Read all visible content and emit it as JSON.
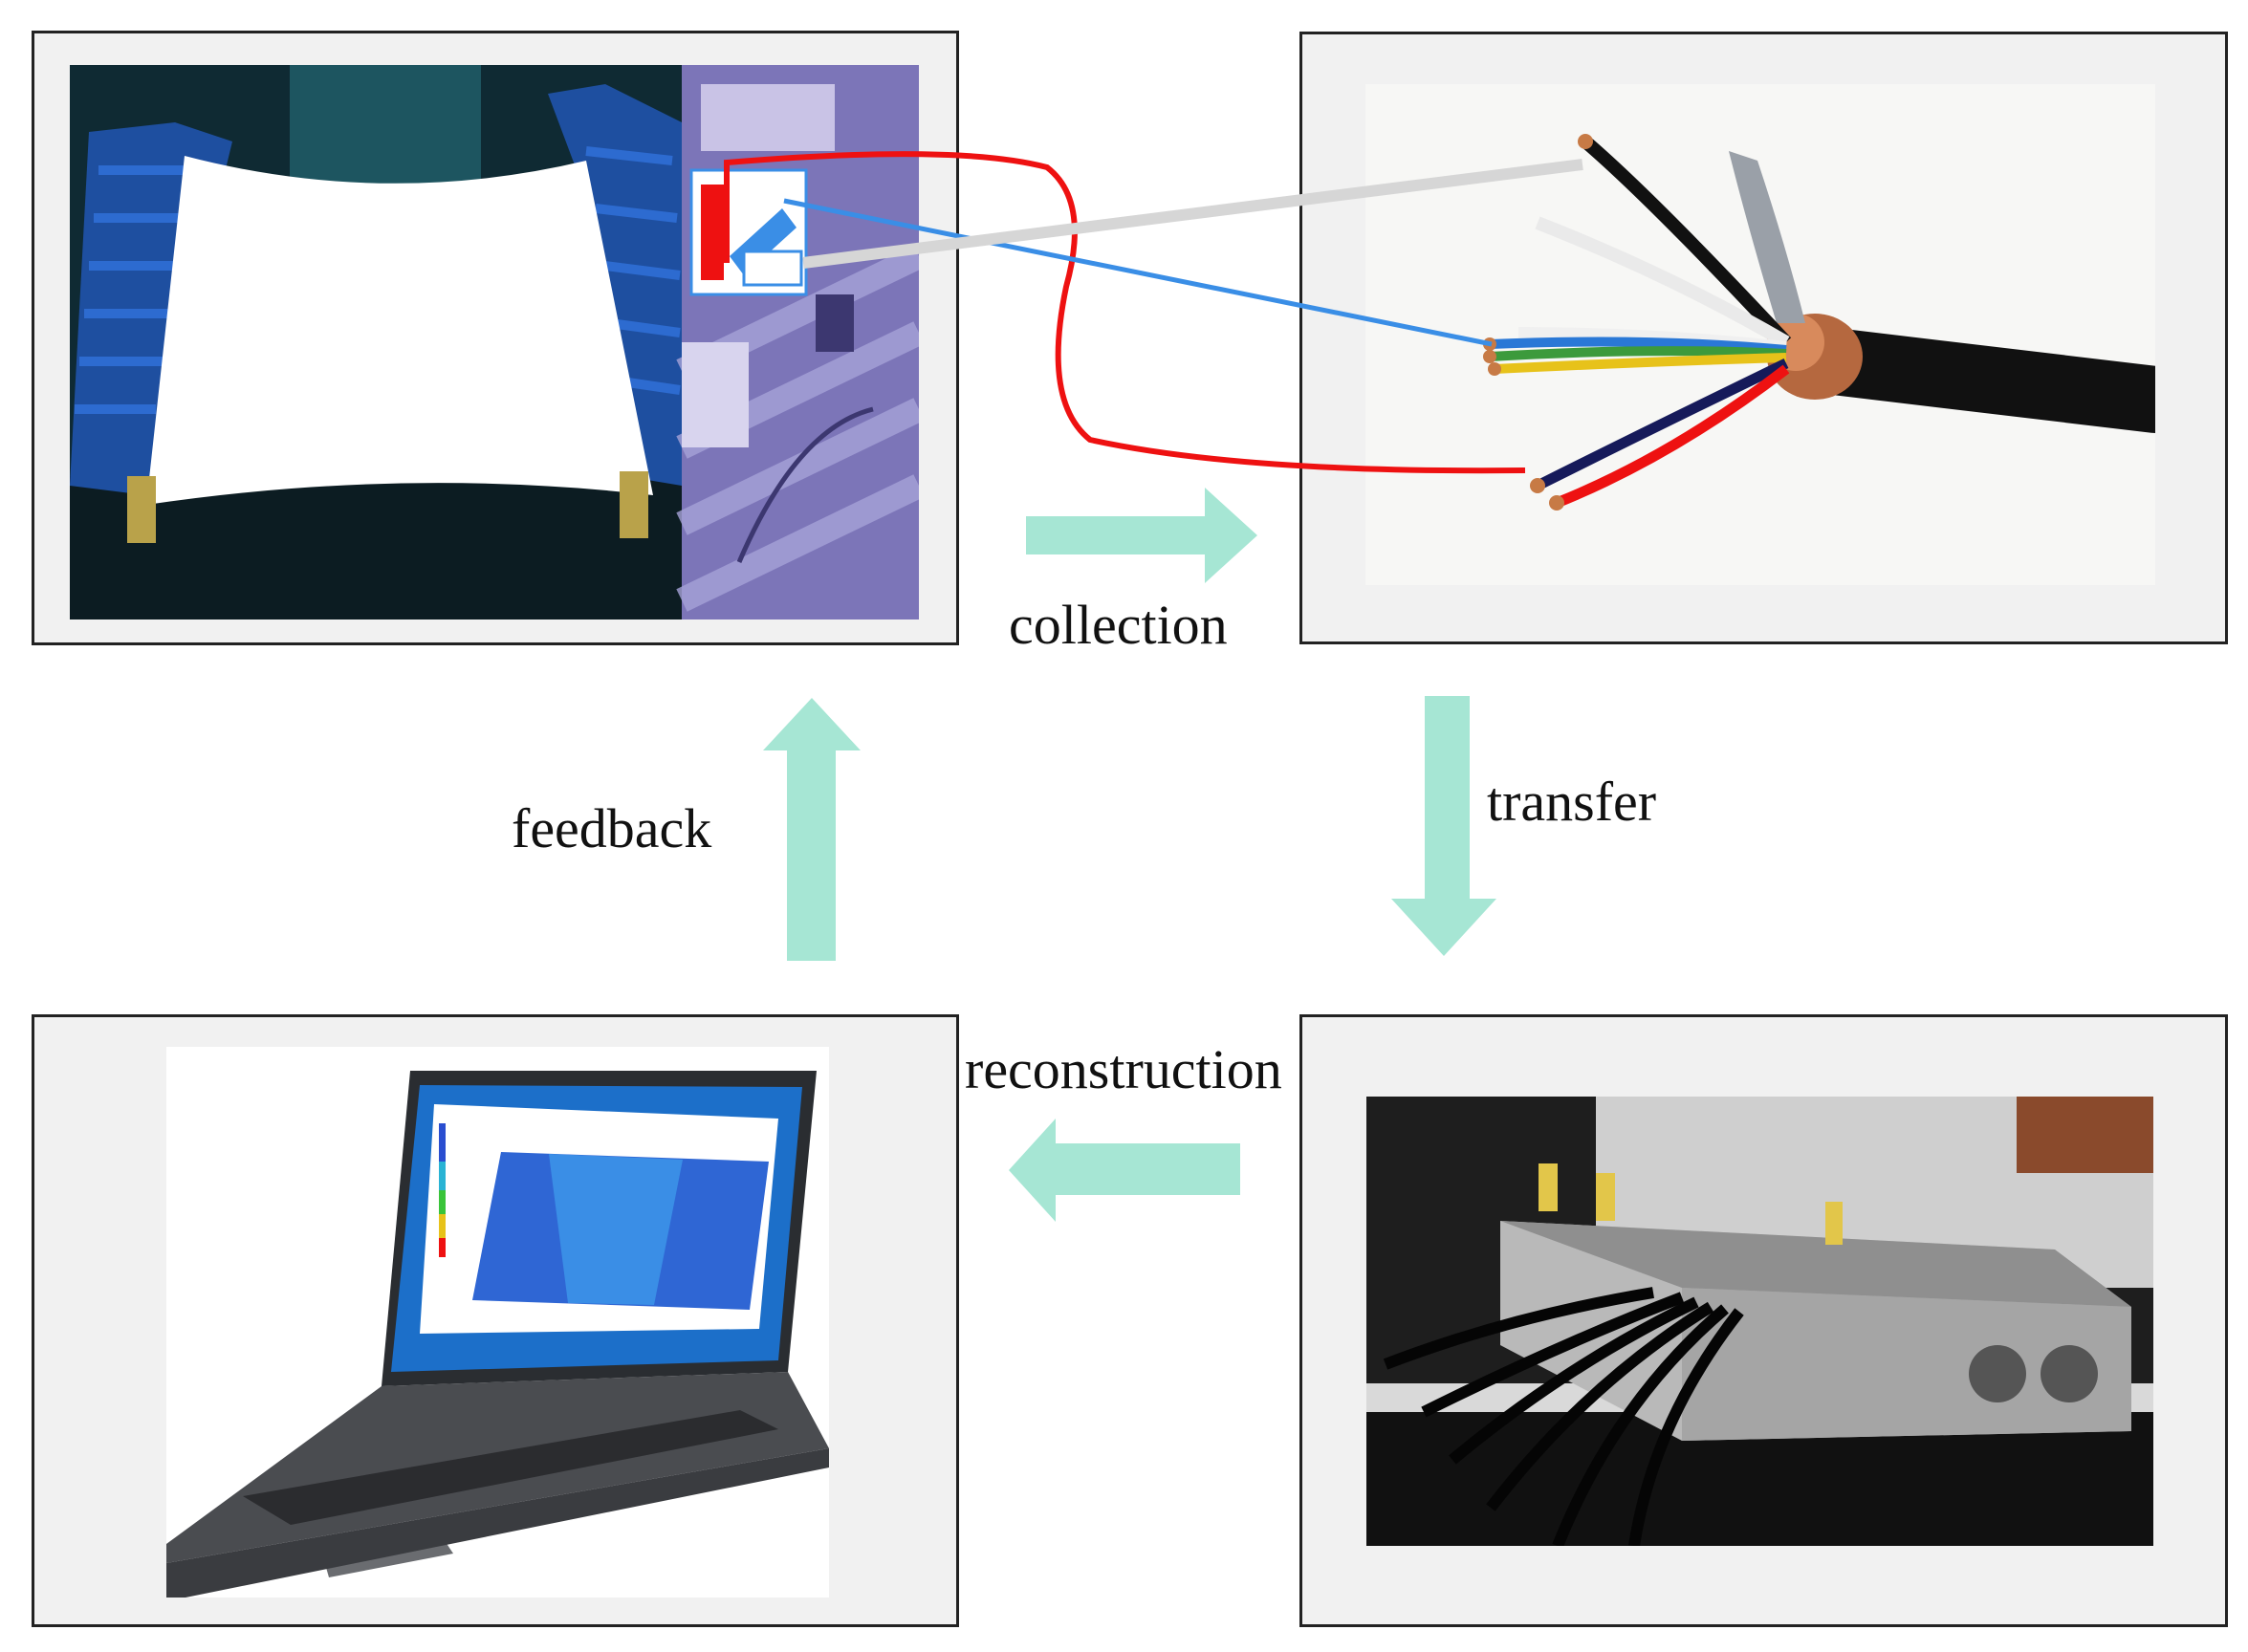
{
  "labels": {
    "collection": "collection",
    "transfer": "transfer",
    "reconstruction": "reconstruction",
    "feedback": "feedback"
  },
  "colors": {
    "arrow": "#a6e6d4",
    "panel_bg": "#f1f1f1",
    "panel_border": "#222222",
    "wire_red": "#ee1111",
    "wire_blue": "#3a8ee6",
    "wire_gray": "#d6d6d6"
  },
  "panels": {
    "top_left": "test-rig-photo",
    "top_right": "sensor-cable-photo",
    "bottom_right": "acquisition-unit-photo",
    "bottom_left": "laptop-display-photo"
  }
}
